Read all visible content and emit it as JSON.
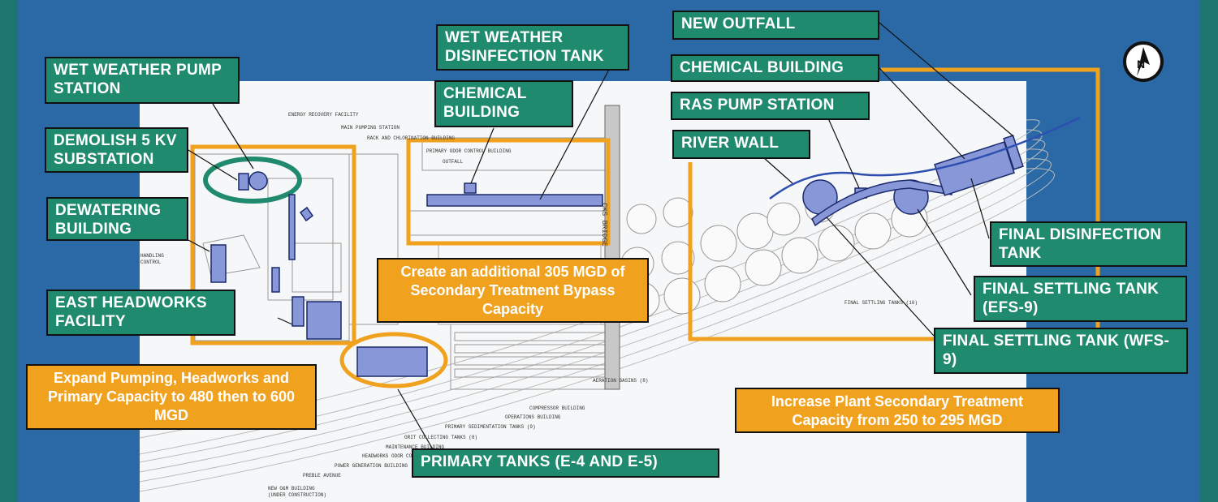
{
  "colors": {
    "frame_teal": "#1d7770",
    "background_blue": "#2a69a6",
    "label_green": "#1f8a6e",
    "callout_orange": "#f0a21f",
    "highlight_blue": "#8797d8",
    "plan_white": "#f6f7f8"
  },
  "labels": {
    "wet_weather_pump_station": "WET WEATHER PUMP STATION",
    "demolish_substation": "DEMOLISH 5 KV SUBSTATION",
    "dewatering_building": "DEWATERING BUILDING",
    "east_headworks": "EAST HEADWORKS FACILITY",
    "wet_weather_disinfection": "WET WEATHER DISINFECTION TANK",
    "chemical_building_mid": "CHEMICAL BUILDING",
    "new_outfall": "NEW OUTFALL",
    "chemical_building_right": "CHEMICAL BUILDING",
    "ras_pump_station": "RAS PUMP STATION",
    "river_wall": "RIVER WALL",
    "final_disinfection_tank": "FINAL DISINFECTION TANK",
    "final_settling_efs9": "FINAL SETTLING TANK (EFS-9)",
    "final_settling_wfs9": "FINAL SETTLING TANK (WFS-9)",
    "primary_tanks": "PRIMARY TANKS (E-4 AND E-5)"
  },
  "callouts": {
    "expand_pumping": "Expand Pumping, Headworks and Primary Capacity to 480 then to 600 MGD",
    "bypass_capacity": "Create an additional 305 MGD of Secondary Treatment Bypass Capacity",
    "increase_secondary": "Increase Plant Secondary Treatment Capacity from 250 to 295 MGD"
  },
  "plan_text": {
    "energy_recovery": "ENERGY RECOVERY FACILITY",
    "main_pumping": "MAIN PUMPING STATION",
    "rack_chlorination": "RACK AND CHLORINATION BUILDING",
    "primary_odor": "PRIMARY ODOR CONTROL BUILDING",
    "outfall": "OUTFALL",
    "bridge": "CKS BRIDGE",
    "aeration_basins": "AERATION BASINS (8)",
    "compressor": "COMPRESSOR BUILDING",
    "operations": "OPERATIONS BUILDING",
    "primary_sed": "PRIMARY SEDIMENTATION TANKS (9)",
    "grit": "GRIT COLLECTING TANKS (8)",
    "maintenance": "MAINTENANCE BUILDING",
    "headworks_odor": "HEADWORKS ODOR CO",
    "power_gen": "POWER GENERATION BUILDING",
    "preble": "PREBLE AVENUE",
    "new_om": "NEW O&M BUILDING",
    "under_construction": "(UNDER CONSTRUCTION)",
    "final_settling_16": "FINAL SETTLING TANKS (16)",
    "handling": "HANDLING",
    "control": "CONTROL"
  },
  "icons": {
    "north_arrow": "north-arrow-icon"
  }
}
